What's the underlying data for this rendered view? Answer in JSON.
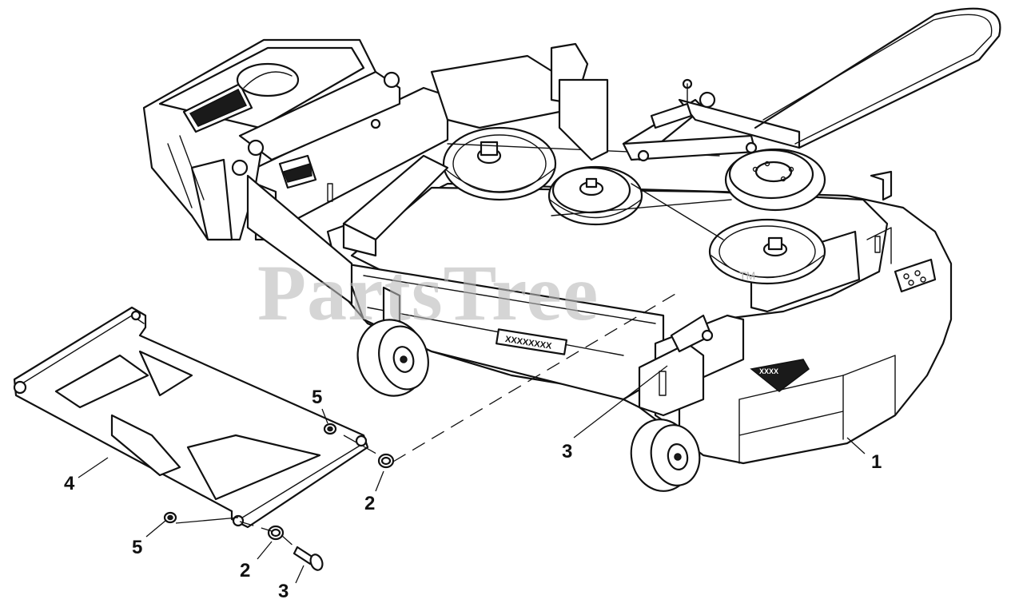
{
  "watermark": {
    "text": "PartsTree",
    "trademark": "TM"
  },
  "decals": {
    "brand_plate": "XXXX",
    "deck_label": "XXXXXXXX"
  },
  "callouts": [
    {
      "id": "c1",
      "label": "1"
    },
    {
      "id": "c2a",
      "label": "2"
    },
    {
      "id": "c2b",
      "label": "2"
    },
    {
      "id": "c3a",
      "label": "3"
    },
    {
      "id": "c3b",
      "label": "3"
    },
    {
      "id": "c4",
      "label": "4"
    },
    {
      "id": "c5a",
      "label": "5"
    },
    {
      "id": "c5b",
      "label": "5"
    }
  ]
}
